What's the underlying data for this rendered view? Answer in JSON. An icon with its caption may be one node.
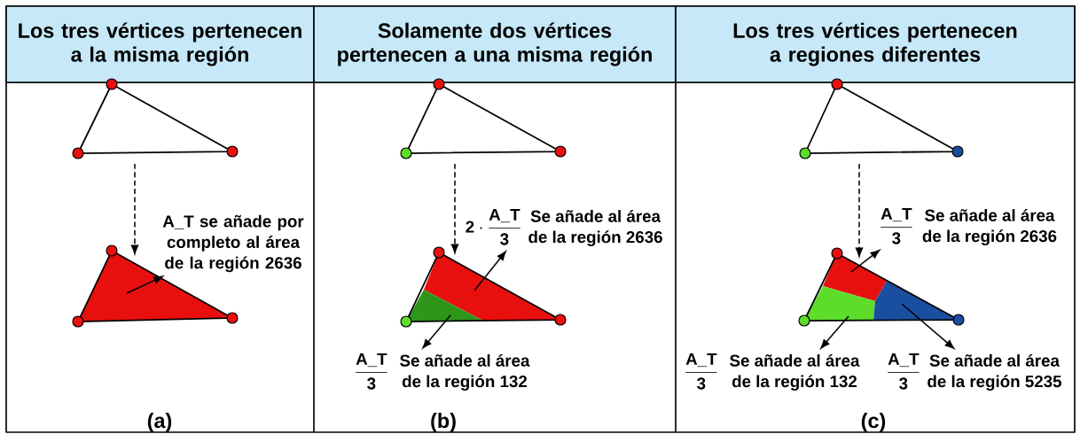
{
  "diagram": {
    "nodes": [
      {
        "text": [
          "Los tres vértices pertenecen a la misma región"
        ]
      },
      {
        "text": [
          "Solamente dos vértices pertenecen a una misma región"
        ]
      },
      {
        "text": [
          "Los tres vértices pertenecen a regiones diferentes"
        ]
      },
      {
        "text": [],
        "shape": "triangle"
      },
      {
        "text": [],
        "shape": "triangle"
      },
      {
        "text": [
          "A_T se añade por completo al área de la región 2636"
        ]
      },
      {
        "text": [],
        "shape": "triangle"
      },
      {
        "text": [],
        "shape": "triangle"
      },
      {
        "text": [
          "\\textbf{2}\\cdot\\frac{\\textbf{A\\_T}}{\\textbf{3}}",
          "Se añade al área de la región 2636"
        ]
      },
      {
        "text": [
          "\\frac{\\textbf{A\\_T}}{\\textbf{3}}",
          "Se añade al área de la región 132"
        ]
      },
      {
        "text": [],
        "shape": "triangle"
      },
      {
        "text": [],
        "shape": "triangle"
      },
      {
        "text": [
          "\\frac{\\textbf{A\\_T}}{\\textbf{3}}",
          "Se añade al área de la región 2636"
        ]
      },
      {
        "text": [
          "\\frac{\\textbf{A\\_T}}{\\textbf{3}}",
          "Se añade al área de la región 132"
        ]
      },
      {
        "text": [
          "\\frac{\\textbf{A\\_T}}{\\textbf{3}}",
          "Se añade al área de la región 5235"
        ]
      }
    ],
    "edges": [
      {
        "from": 3,
        "to": 4,
        "arrow": "to",
        "style": "dashed"
      },
      {
        "from": 4,
        "to": 5,
        "arrow": "to"
      },
      {
        "from": 6,
        "to": 7,
        "arrow": "to",
        "style": "dashed"
      },
      {
        "from": 7,
        "to": 8,
        "arrow": "to"
      },
      {
        "from": 7,
        "to": 9,
        "arrow": "to"
      },
      {
        "from": 10,
        "to": 11,
        "arrow": "to",
        "style": "dashed"
      },
      {
        "from": 11,
        "to": 12,
        "arrow": "to"
      },
      {
        "from": 11,
        "to": 13,
        "arrow": "to"
      },
      {
        "from": 11,
        "to": 14,
        "arrow": "to"
      }
    ],
    "labels": [
      "(a)",
      "(b)",
      "(c)"
    ]
  }
}
